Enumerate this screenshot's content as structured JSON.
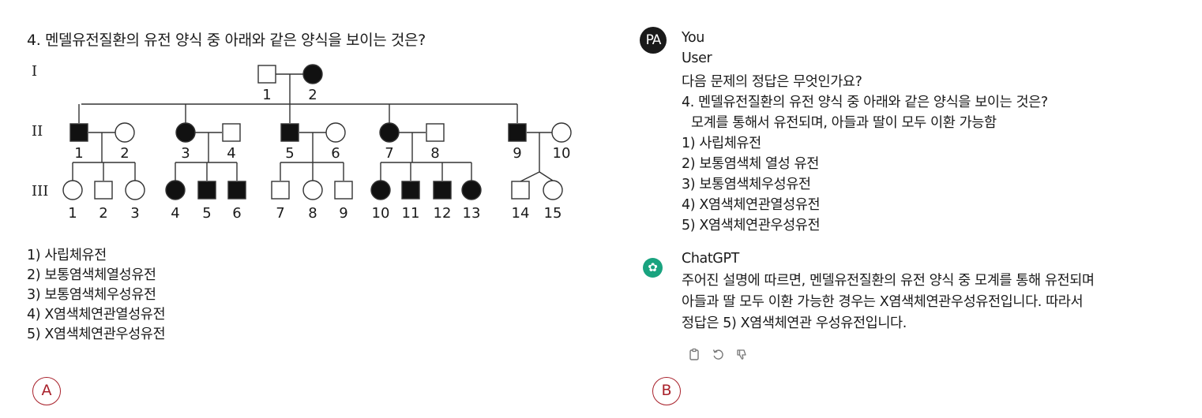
{
  "panel_a": {
    "question": "4. 멘델유전질환의 유전 양식 중 아래와 같은 양식을 보이는 것은?",
    "generations": [
      "I",
      "II",
      "III"
    ],
    "gen1_labels": [
      "1",
      "2"
    ],
    "gen2_labels": [
      "1",
      "2",
      "3",
      "4",
      "5",
      "6",
      "7",
      "8",
      "9",
      "10"
    ],
    "gen3_labels": [
      "1",
      "2",
      "3",
      "4",
      "5",
      "6",
      "7",
      "8",
      "9",
      "10",
      "11",
      "12",
      "13",
      "14",
      "15"
    ],
    "choices": [
      "1) 사립체유전",
      "2) 보통염색체열성유전",
      "3) 보통염색체우성유전",
      "4) X염색체연관열성유전",
      "5) X염색체연관우성유전"
    ],
    "marker": "A"
  },
  "panel_b": {
    "avatar_initials": "PA",
    "user_name": "You",
    "user_role": "User",
    "prompt_lines": [
      "다음 문제의 정답은 무엇인가요?",
      "4. 멘델유전질환의 유전 양식 중 아래와 같은 양식을 보이는 것은?",
      "   모계를 통해서 유전되며, 아들과 딸이 모두 이환 가능함",
      "1) 사립체유전",
      "2) 보통염색체 열성 유전",
      "3) 보통염색체우성유전",
      "4) X염색체연관열성유전",
      "5) X염색체연관우성유전"
    ],
    "assistant_name": "ChatGPT",
    "answer_lines": [
      "주어진 설명에 따르면, 멘델유전질환의 유전 양식 중 모계를 통해 유전되며",
      "아들과 딸 모두 이환 가능한 경우는 X염색체연관우성유전입니다. 따라서",
      "정답은 5) X염색체연관 우성유전입니다."
    ],
    "icons": [
      "copy-icon",
      "regenerate-icon",
      "thumbs-down-icon"
    ],
    "marker": "B"
  }
}
